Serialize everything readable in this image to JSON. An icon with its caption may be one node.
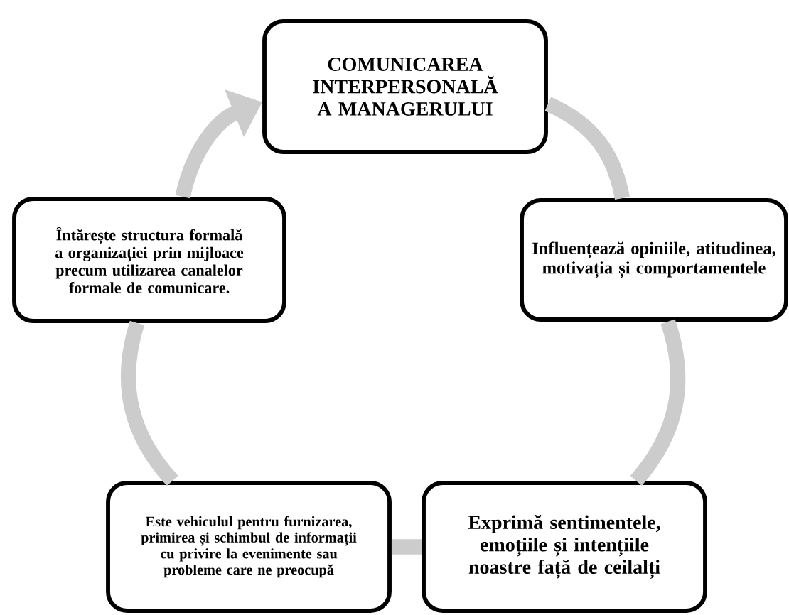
{
  "diagram": {
    "nodes": [
      {
        "text": [
          "COMUNICAREA INTERPERSONALĂ A MANAGERULUI"
        ]
      },
      {
        "text": [
          "Influențează opiniile, atitudinea, motivația și comportamentele"
        ]
      },
      {
        "text": [
          "Exprimă  sentimentele, emoțiile și intențiile noastre față de ceilalți"
        ]
      },
      {
        "text": [
          "Este vehiculul pentru furnizarea, primirea și schimbul de informații cu privire la evenimente sau probleme care ne preocupă"
        ]
      },
      {
        "text": [
          "Întărește structura formală a organizației prin mijloace precum utilizarea canalelor formale de comunicare."
        ]
      }
    ],
    "edges": [
      {
        "from": 0,
        "to": 1,
        "arrow": "none"
      },
      {
        "from": 1,
        "to": 2,
        "arrow": "none"
      },
      {
        "from": 2,
        "to": 3,
        "arrow": "none"
      },
      {
        "from": 3,
        "to": 4,
        "arrow": "none"
      },
      {
        "from": 4,
        "to": 0,
        "arrow": "to"
      }
    ]
  }
}
